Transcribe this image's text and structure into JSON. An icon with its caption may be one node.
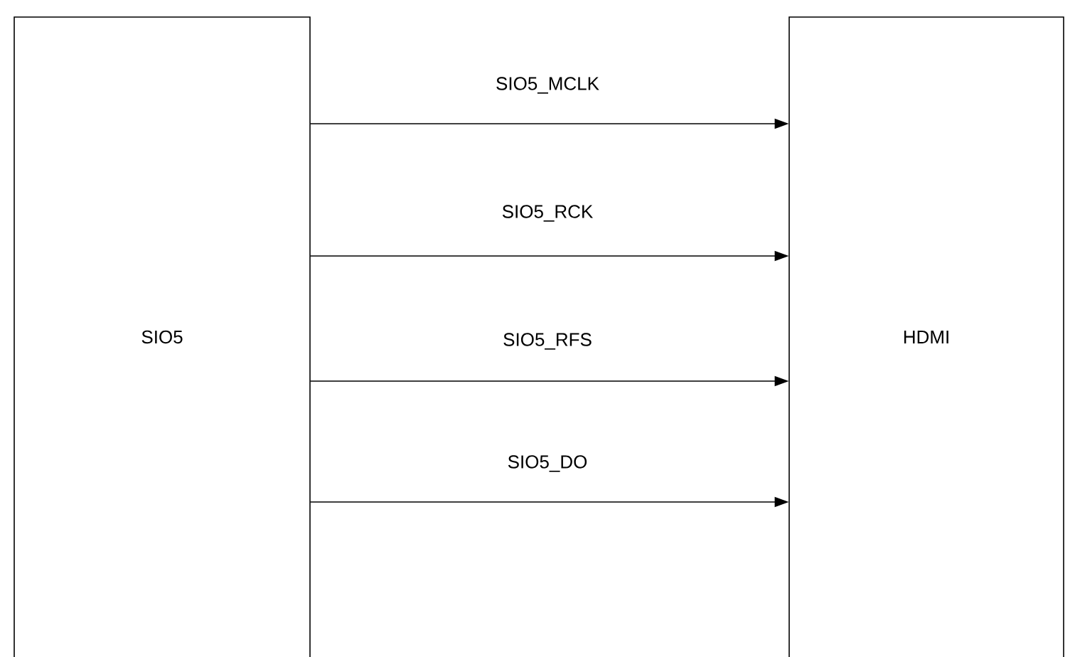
{
  "diagram": {
    "nodes": [
      {
        "text": [
          "SIO5"
        ]
      },
      {
        "text": [
          "HDMI"
        ]
      }
    ],
    "edges": [
      {
        "from": 0,
        "to": 1,
        "arrow": "to",
        "label": "SIO5_MCLK"
      },
      {
        "from": 0,
        "to": 1,
        "arrow": "to",
        "label": "SIO5_RCK"
      },
      {
        "from": 0,
        "to": 1,
        "arrow": "to",
        "label": "SIO5_RFS"
      },
      {
        "from": 0,
        "to": 1,
        "arrow": "to",
        "label": "SIO5_DO"
      }
    ]
  }
}
